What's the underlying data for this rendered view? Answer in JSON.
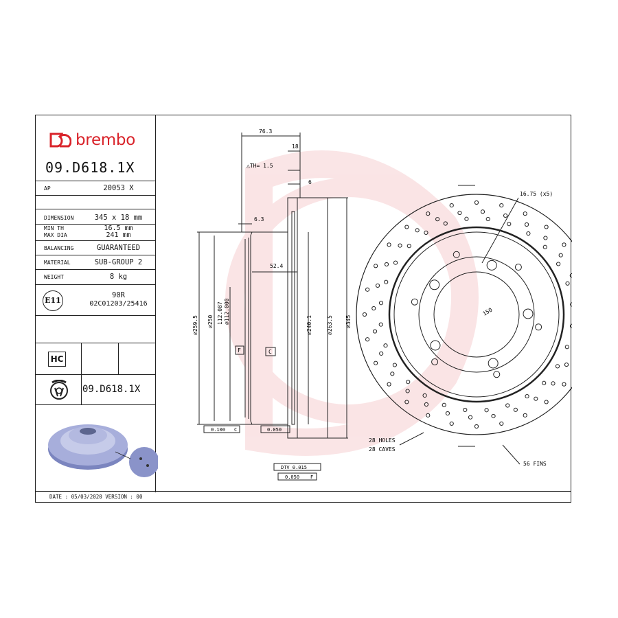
{
  "brand": {
    "name": "brembo",
    "color": "#d9232a"
  },
  "part_number": "09.D618.1X",
  "spec": {
    "ap_label": "AP",
    "ap_value": "20053 X",
    "dimension_label": "DIMENSION",
    "dimension_value": "345 x 18 mm",
    "min_th_label": "MIN TH",
    "min_th_value": "16.5 mm",
    "max_dia_label": "MAX DIA",
    "max_dia_value": "241 mm",
    "balancing_label": "BALANCING",
    "balancing_value": "GUARANTEED",
    "material_label": "MATERIAL",
    "material_value": "SUB-GROUP 2",
    "weight_label": "WEIGHT",
    "weight_value": "8 kg",
    "e11_mark": "E11",
    "approval_line1": "90R",
    "approval_line2": "02C01203/25416",
    "hc_mark": "HC",
    "part_number_repeat": "09.D618.1X"
  },
  "footer": {
    "text": "DATE : 05/03/2020 VERSION : 00"
  },
  "drawing": {
    "dim_76_3": "76.3",
    "dim_18": "18",
    "dim_th": "△TH= 1.5",
    "dim_6": "6",
    "dim_6_3": "6.3",
    "dim_52_4": "52.4",
    "dia_259_5": "⌀259.5",
    "dia_250": "⌀250",
    "dia_112_087": "112.087",
    "dia_112_000": "⌀112.000",
    "dia_240_1": "⌀240.1",
    "dia_263_5": "⌀263.5",
    "dia_345": "⌀345",
    "datum_f": "F",
    "datum_c": "C",
    "tol_parallel": "0.100",
    "tol_parallel_ref": "C",
    "tol_flat": "0.050",
    "tol_dtv": "DTV 0.015",
    "tol_runout": "0.050",
    "tol_runout_ref": "F",
    "holes_count": "16.75 (x5)",
    "pcd": "150",
    "holes_label": "28 HOLES",
    "caves_label": "28 CAVES",
    "fins_label": "56 FINS"
  },
  "colors": {
    "line": "#222222",
    "watermark": "#f3c9cb",
    "disc_3d": "#8a93c9"
  }
}
